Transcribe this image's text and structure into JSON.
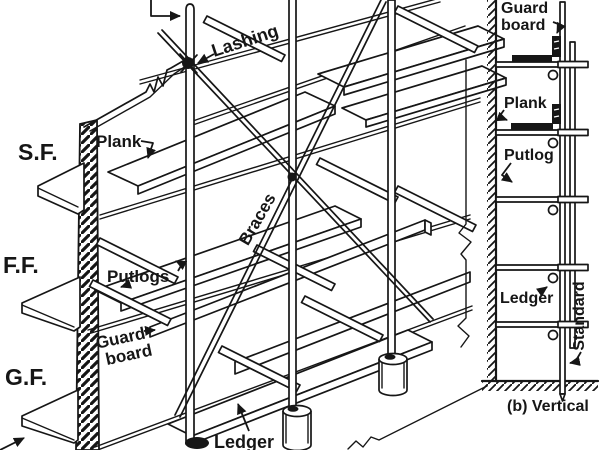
{
  "page": {
    "background": "#ffffff",
    "ink": "#161616"
  },
  "main_view": {
    "floor_labels": {
      "second": "S.F.",
      "first": "F.F.",
      "ground": "G.F."
    },
    "labels": {
      "lashing": "Lashing",
      "plank": "Plank",
      "putlogs": "Putlogs",
      "guard_line1": "Guard",
      "guard_line2": "board",
      "ledger": "Ledger",
      "braces": "Braces"
    }
  },
  "section_view": {
    "labels": {
      "guard_line1": "Guard",
      "guard_line2": "board",
      "plank": "Plank",
      "putlog": "Putlog",
      "ledger": "Ledger",
      "standard": "Standard"
    },
    "caption": "(b) Vertical"
  }
}
